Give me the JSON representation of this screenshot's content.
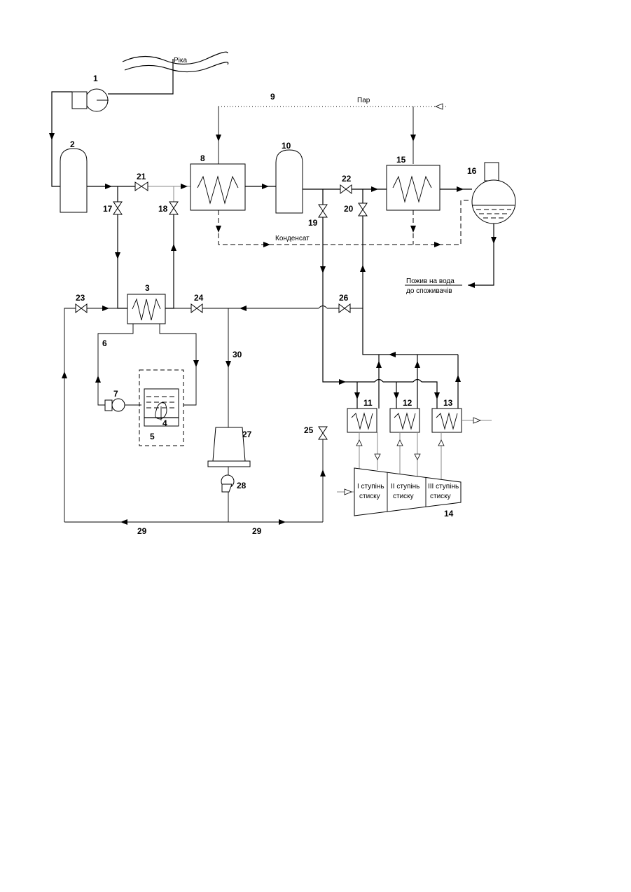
{
  "labels": {
    "river": "Ріка",
    "steam": "Пар",
    "condensate": "Конденсат",
    "feed_water_line1": "Пожив на вода",
    "feed_water_line2": "до споживачів",
    "stage1_line1": "I ступінь",
    "stage1_line2": "стиску",
    "stage2_line1": "II ступінь",
    "stage2_line2": "стиску",
    "stage3_line1": "III ступінь",
    "stage3_line2": "стиску"
  },
  "numbers": {
    "n1": "1",
    "n2": "2",
    "n3": "3",
    "n4": "4",
    "n5": "5",
    "n6": "6",
    "n7": "7",
    "n8": "8",
    "n9": "9",
    "n10": "10",
    "n11": "11",
    "n12": "12",
    "n13": "13",
    "n14": "14",
    "n15": "15",
    "n16": "16",
    "n17": "17",
    "n18": "18",
    "n19": "19",
    "n20": "20",
    "n21": "21",
    "n22": "22",
    "n23": "23",
    "n24": "24",
    "n25": "25",
    "n26": "26",
    "n27": "27",
    "n28": "28",
    "n29a": "29",
    "n29b": "29",
    "n30": "30"
  }
}
